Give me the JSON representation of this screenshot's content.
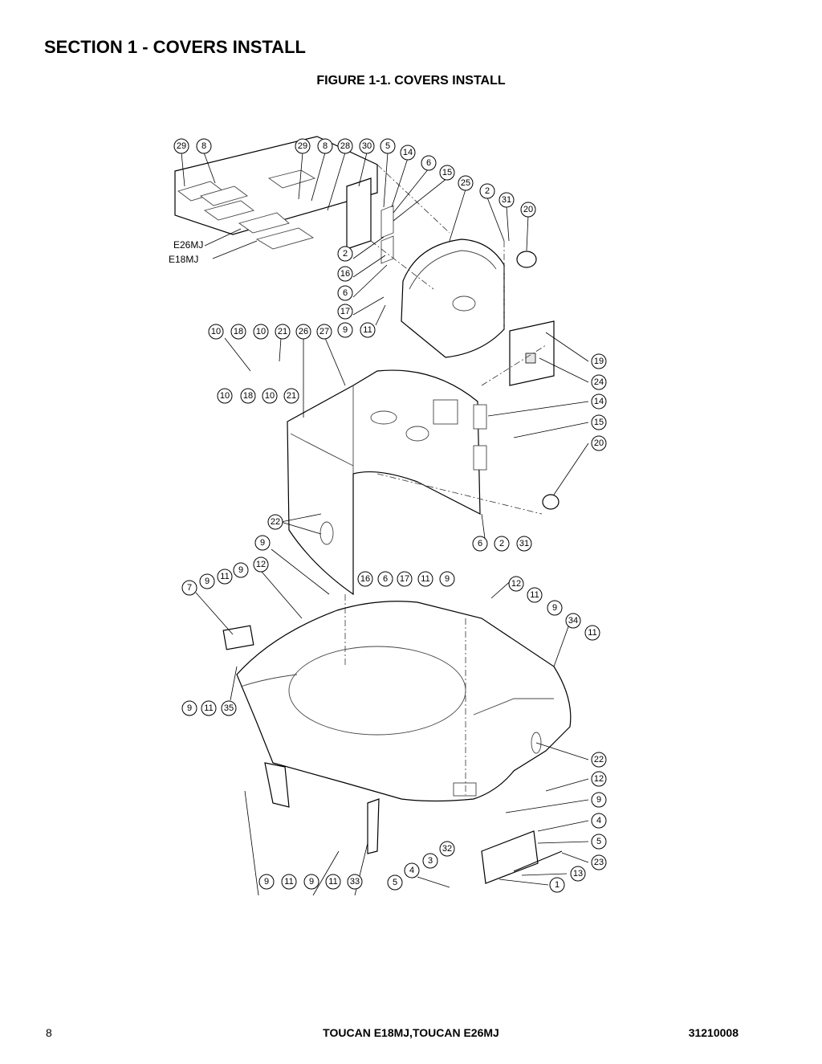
{
  "header": {
    "section_title": "SECTION 1 - COVERS INSTALL",
    "figure_title": "FIGURE 1-1. COVERS INSTALL"
  },
  "footer": {
    "page_number": "8",
    "model_title": "TOUCAN E18MJ,TOUCAN E26MJ",
    "document_number": "31210008"
  },
  "diagram": {
    "model_labels": [
      "E26MJ",
      "E18MJ"
    ],
    "callouts": [
      "29",
      "8",
      "29",
      "8",
      "28",
      "30",
      "5",
      "14",
      "6",
      "15",
      "25",
      "2",
      "31",
      "20",
      "2",
      "16",
      "6",
      "17",
      "9",
      "11",
      "19",
      "24",
      "10",
      "18",
      "10",
      "21",
      "26",
      "27",
      "10",
      "18",
      "10",
      "21",
      "14",
      "15",
      "20",
      "22",
      "6",
      "2",
      "31",
      "16",
      "6",
      "17",
      "9",
      "12",
      "9",
      "11",
      "7",
      "9",
      "11",
      "9",
      "12",
      "11",
      "34",
      "11",
      "9",
      "9",
      "11",
      "35",
      "22",
      "12",
      "9",
      "4",
      "5",
      "32",
      "3",
      "23",
      "13",
      "4",
      "5",
      "1",
      "9",
      "11",
      "9",
      "11",
      "33"
    ]
  }
}
